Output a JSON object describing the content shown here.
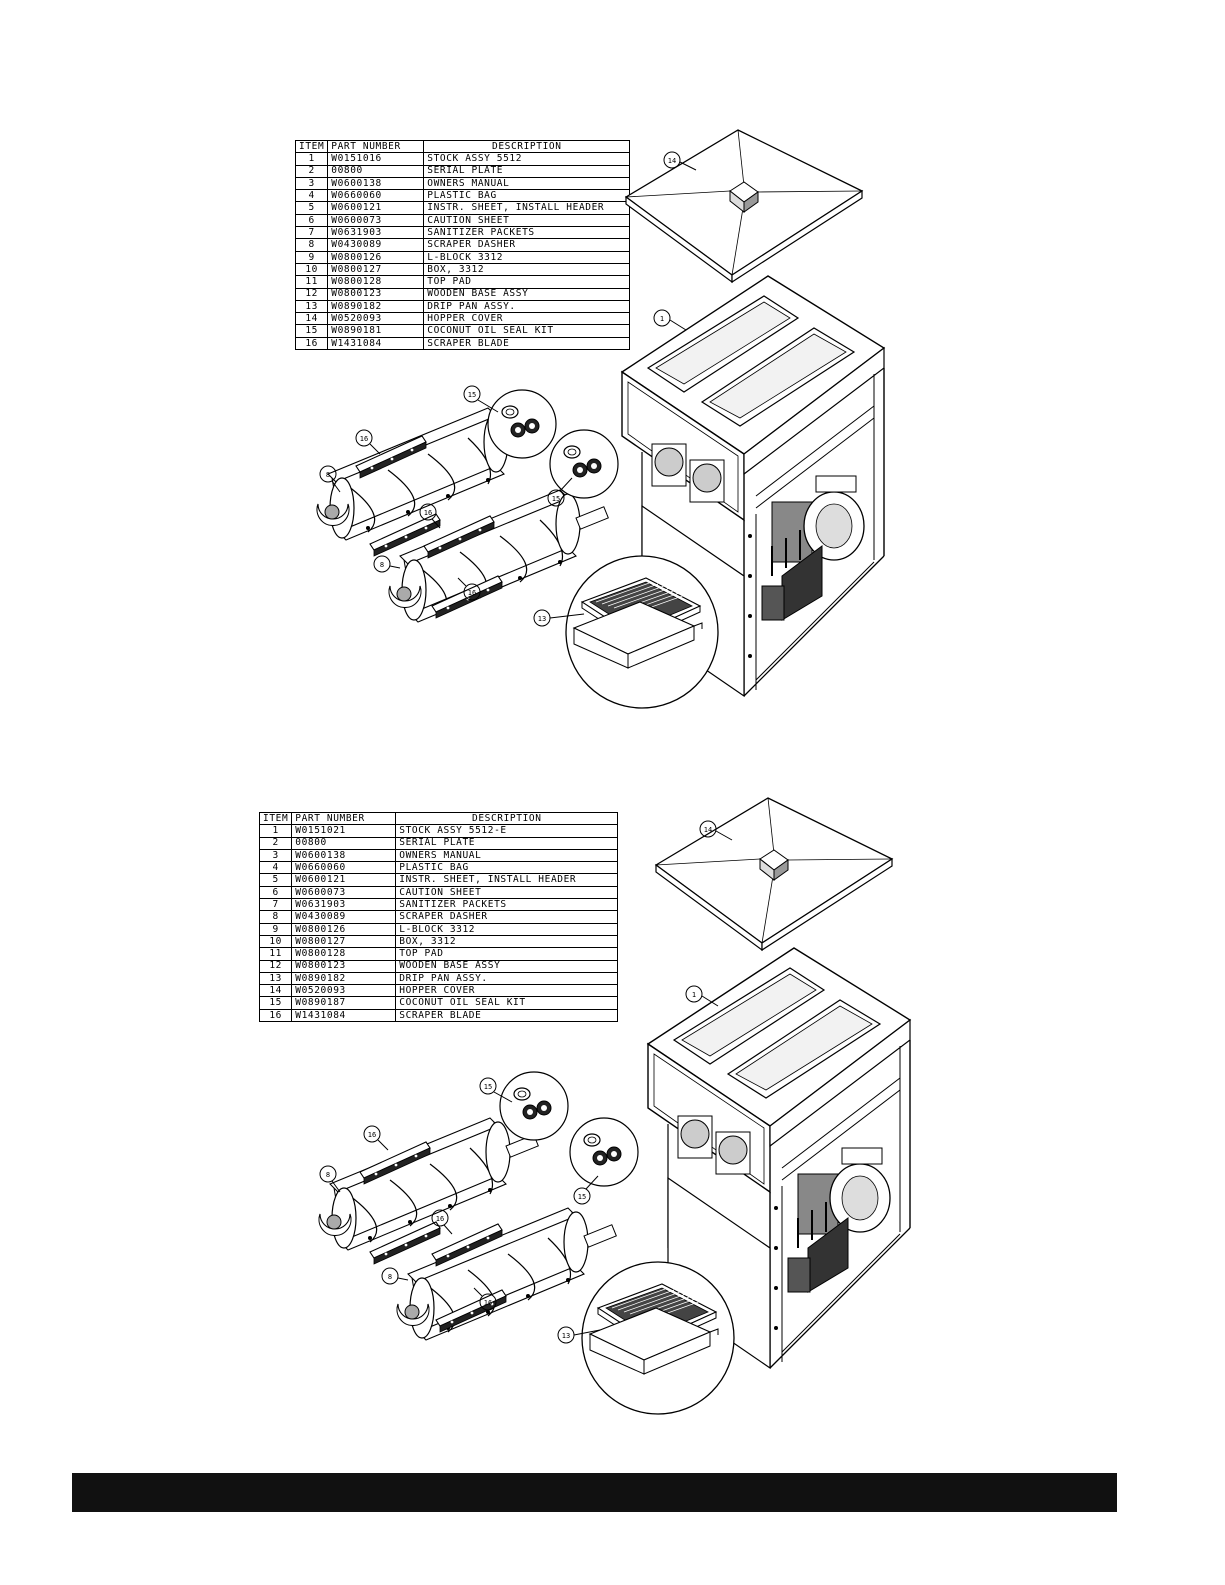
{
  "table_headers": {
    "item": "ITEM",
    "part_number": "PART NUMBER",
    "description": "DESCRIPTION"
  },
  "parts_list_a": [
    {
      "item": "1",
      "part": "W0151016",
      "desc": "STOCK ASSY 5512"
    },
    {
      "item": "2",
      "part": "00800",
      "desc": "SERIAL PLATE"
    },
    {
      "item": "3",
      "part": "W0600138",
      "desc": "OWNERS MANUAL"
    },
    {
      "item": "4",
      "part": "W0660060",
      "desc": "PLASTIC BAG"
    },
    {
      "item": "5",
      "part": "W0600121",
      "desc": "INSTR. SHEET, INSTALL HEADER"
    },
    {
      "item": "6",
      "part": "W0600073",
      "desc": "CAUTION SHEET"
    },
    {
      "item": "7",
      "part": "W0631903",
      "desc": "SANITIZER PACKETS"
    },
    {
      "item": "8",
      "part": "W0430089",
      "desc": "SCRAPER DASHER"
    },
    {
      "item": "9",
      "part": "W0800126",
      "desc": "L-BLOCK 3312"
    },
    {
      "item": "10",
      "part": "W0800127",
      "desc": "BOX, 3312"
    },
    {
      "item": "11",
      "part": "W0800128",
      "desc": "TOP PAD"
    },
    {
      "item": "12",
      "part": "W0800123",
      "desc": "WOODEN BASE ASSY"
    },
    {
      "item": "13",
      "part": "W0890182",
      "desc": "DRIP PAN ASSY."
    },
    {
      "item": "14",
      "part": "W0520093",
      "desc": "HOPPER COVER"
    },
    {
      "item": "15",
      "part": "W0890181",
      "desc": "COCONUT OIL SEAL KIT"
    },
    {
      "item": "16",
      "part": "W1431084",
      "desc": "SCRAPER BLADE"
    }
  ],
  "parts_list_b": [
    {
      "item": "1",
      "part": "W0151021",
      "desc": "STOCK ASSY 5512-E"
    },
    {
      "item": "2",
      "part": "00800",
      "desc": "SERIAL PLATE"
    },
    {
      "item": "3",
      "part": "W0600138",
      "desc": "OWNERS MANUAL"
    },
    {
      "item": "4",
      "part": "W0660060",
      "desc": "PLASTIC BAG"
    },
    {
      "item": "5",
      "part": "W0600121",
      "desc": "INSTR. SHEET, INSTALL HEADER"
    },
    {
      "item": "6",
      "part": "W0600073",
      "desc": "CAUTION SHEET"
    },
    {
      "item": "7",
      "part": "W0631903",
      "desc": "SANITIZER PACKETS"
    },
    {
      "item": "8",
      "part": "W0430089",
      "desc": "SCRAPER DASHER"
    },
    {
      "item": "9",
      "part": "W0800126",
      "desc": "L-BLOCK 3312"
    },
    {
      "item": "10",
      "part": "W0800127",
      "desc": "BOX, 3312"
    },
    {
      "item": "11",
      "part": "W0800128",
      "desc": "TOP PAD"
    },
    {
      "item": "12",
      "part": "W0800123",
      "desc": "WOODEN BASE ASSY"
    },
    {
      "item": "13",
      "part": "W0890182",
      "desc": "DRIP PAN ASSY."
    },
    {
      "item": "14",
      "part": "W0520093",
      "desc": "HOPPER COVER"
    },
    {
      "item": "15",
      "part": "W0890187",
      "desc": "COCONUT OIL SEAL KIT"
    },
    {
      "item": "16",
      "part": "W1431084",
      "desc": "SCRAPER BLADE"
    }
  ],
  "callouts": {
    "one": "1",
    "eight": "8",
    "thirteen": "13",
    "fourteen": "14",
    "fifteen": "15",
    "sixteen": "16"
  },
  "colors": {
    "ink": "#000000",
    "paper": "#ffffff",
    "footer_bar": "#111111"
  }
}
